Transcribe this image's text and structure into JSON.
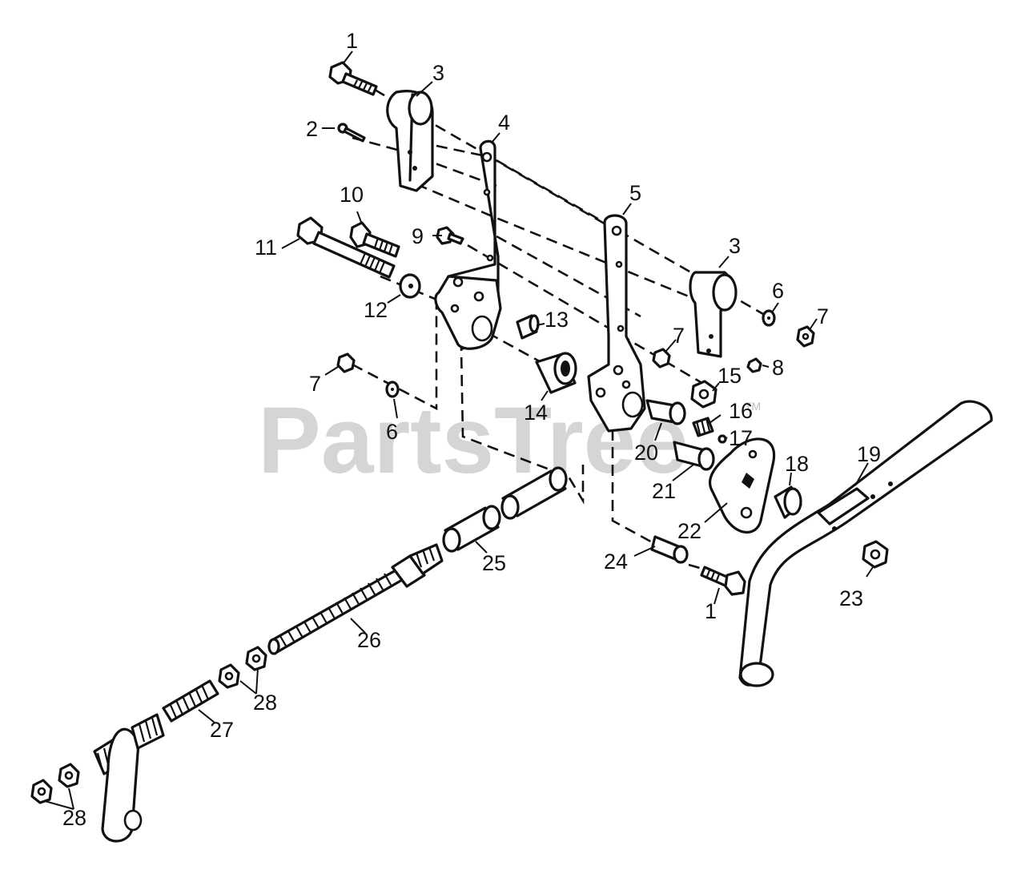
{
  "watermark": "PartsTree",
  "trademark": "TM",
  "callouts": {
    "c1_top": "1",
    "c1_bot": "1",
    "c2": "2",
    "c3_left": "3",
    "c3_right": "3",
    "c4": "4",
    "c5": "5",
    "c6_right": "6",
    "c6_left": "6",
    "c7_right": "7",
    "c7_mid": "7",
    "c7_left": "7",
    "c8": "8",
    "c9": "9",
    "c10": "10",
    "c11": "11",
    "c12": "12",
    "c13": "13",
    "c14": "14",
    "c15": "15",
    "c16": "16",
    "c17": "17",
    "c18": "18",
    "c19": "19",
    "c20": "20",
    "c21": "21",
    "c22": "22",
    "c23": "23",
    "c24": "24",
    "c25": "25",
    "c26": "26",
    "c27": "27",
    "c28_mid": "28",
    "c28_left": "28"
  }
}
